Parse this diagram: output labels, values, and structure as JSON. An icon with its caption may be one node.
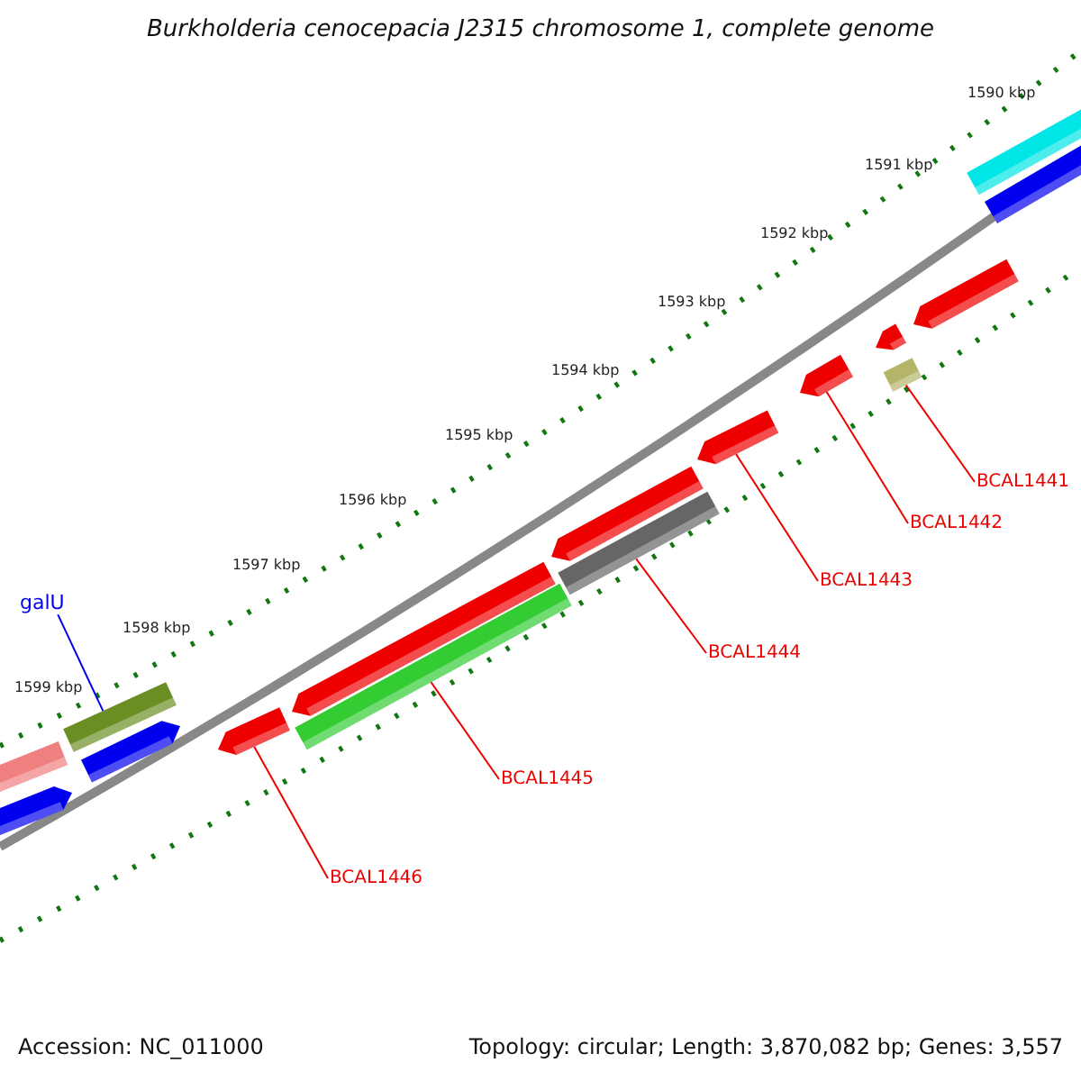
{
  "diagram": {
    "title": "Burkholderia cenocepacia J2315 chromosome 1, complete genome",
    "nodes": [
      {
        "text": [
          "galU"
        ]
      },
      {
        "text": [
          "BCAL1441"
        ]
      },
      {
        "text": [
          "BCAL1442"
        ]
      },
      {
        "text": [
          "BCAL1443"
        ]
      },
      {
        "text": [
          "BCAL1444"
        ]
      },
      {
        "text": [
          "BCAL1445"
        ]
      },
      {
        "text": [
          "BCAL1446"
        ]
      },
      {
        "text": [],
        "shape": "bar"
      },
      {
        "text": [],
        "shape": "bar"
      },
      {
        "text": [],
        "shape": "bar"
      },
      {
        "text": [],
        "shape": "bar"
      },
      {
        "text": [],
        "shape": "bar"
      },
      {
        "text": [],
        "shape": "bar"
      },
      {
        "text": [],
        "shape": "bar"
      }
    ],
    "edges": [
      {
        "from": 0,
        "to": 7,
        "arrow": "none",
        "color": "#0000ee"
      },
      {
        "from": 1,
        "to": 13,
        "arrow": "none"
      },
      {
        "from": 2,
        "to": 12,
        "arrow": "none"
      },
      {
        "from": 3,
        "to": 11,
        "arrow": "none"
      },
      {
        "from": 4,
        "to": 10,
        "arrow": "none"
      },
      {
        "from": 5,
        "to": 9,
        "arrow": "none"
      },
      {
        "from": 6,
        "to": 8,
        "arrow": "none"
      }
    ],
    "labels": [
      "1590 kbp",
      "1591 kbp",
      "1592 kbp",
      "1593 kbp",
      "1594 kbp",
      "1595 kbp",
      "1596 kbp",
      "1597 kbp",
      "1598 kbp",
      "1599 kbp",
      "Accession: NC_011000",
      "Topology: circular; Length: 3,870,082 bp; Genes: 3,557"
    ]
  }
}
